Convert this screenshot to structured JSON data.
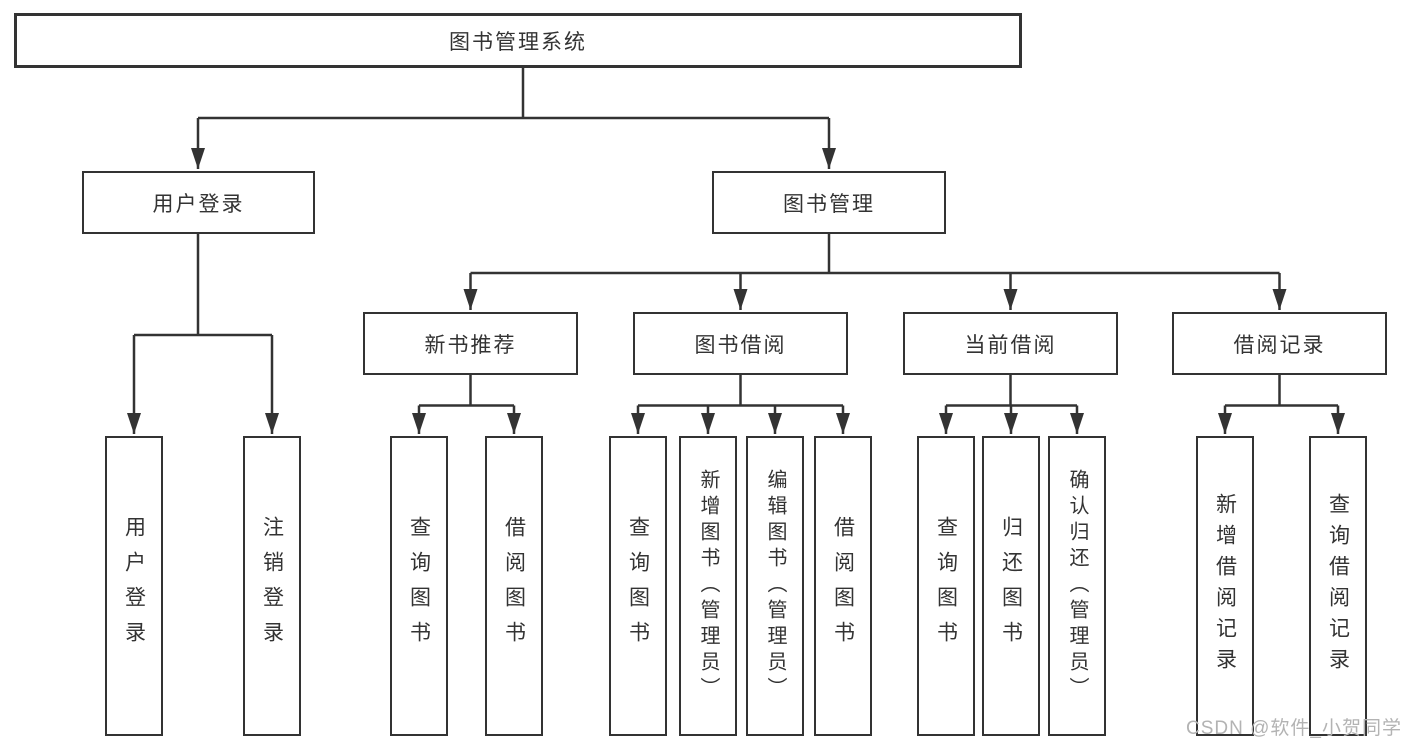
{
  "tree": {
    "root": {
      "label": "图书管理系统"
    },
    "level2": [
      {
        "label": "用户登录",
        "children": [
          {
            "label": "用户登录"
          },
          {
            "label": "注销登录"
          }
        ]
      },
      {
        "label": "图书管理",
        "children": [
          {
            "label": "新书推荐",
            "children": [
              {
                "label": "查询图书"
              },
              {
                "label": "借阅图书"
              }
            ]
          },
          {
            "label": "图书借阅",
            "children": [
              {
                "label": "查询图书"
              },
              {
                "label": "新增图书（管理员）"
              },
              {
                "label": "编辑图书（管理员）"
              },
              {
                "label": "借阅图书"
              }
            ]
          },
          {
            "label": "当前借阅",
            "children": [
              {
                "label": "查询图书"
              },
              {
                "label": "归还图书"
              },
              {
                "label": "确认归还（管理员）"
              }
            ]
          },
          {
            "label": "借阅记录",
            "children": [
              {
                "label": "新增借阅记录"
              },
              {
                "label": "查询借阅记录"
              }
            ]
          }
        ]
      }
    ]
  },
  "watermark": {
    "text": "CSDN @软件_小贺同学"
  },
  "colors": {
    "line": "#333333",
    "box_border": "#333333",
    "text": "#333333",
    "watermark_text": "#b3b3b3",
    "background": "#ffffff"
  }
}
